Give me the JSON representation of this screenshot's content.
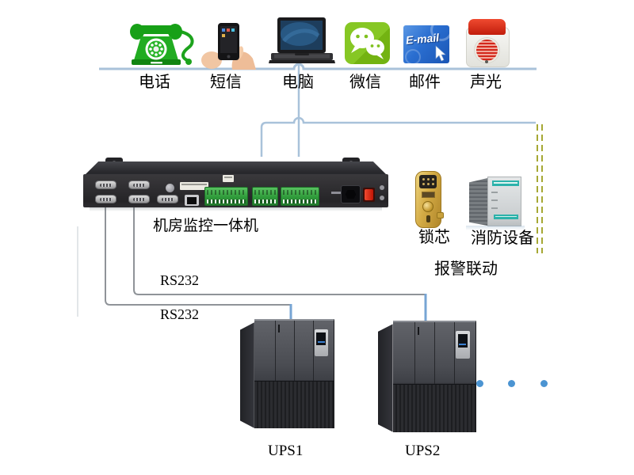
{
  "channels": {
    "items": [
      {
        "id": "phone",
        "label": "电话"
      },
      {
        "id": "sms",
        "label": "短信"
      },
      {
        "id": "computer",
        "label": "电脑"
      },
      {
        "id": "wechat",
        "label": "微信"
      },
      {
        "id": "email",
        "label": "邮件"
      },
      {
        "id": "sound-light",
        "label": "声光"
      }
    ],
    "email_icon_text": "E-mail"
  },
  "monitor_unit": {
    "label": "机房监控一体机"
  },
  "serial_links": {
    "upper_label": "RS232",
    "lower_label": "RS232"
  },
  "alarm_linkage": {
    "title": "报警联动",
    "lock_label": "锁芯",
    "fire_label": "消防设备"
  },
  "ups_group": {
    "ups1_label": "UPS1",
    "ups2_label": "UPS2"
  },
  "colors": {
    "connector_blue": "#a9c2da",
    "connector_gray": "#8f9398",
    "drop_blue": "#77a5d4",
    "dashed_olive": "#a6a834",
    "ellipsis_dot_blue": "#4b94d2",
    "wechat_green": "#80c11f",
    "email_blue": "#2a6ed0",
    "phone_green": "#21ac21",
    "siren_red": "#d3261a",
    "terminal_green": "#3fae46",
    "lock_gold": "#d4ab45"
  }
}
